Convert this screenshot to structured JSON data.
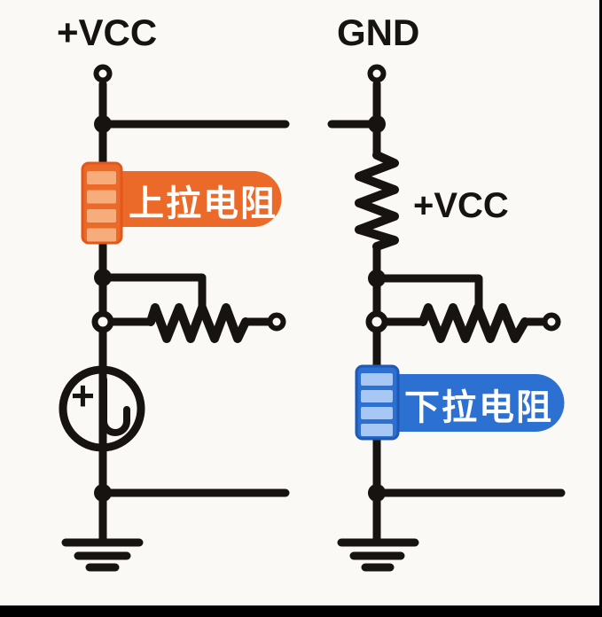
{
  "colors": {
    "background": "#FAF9F5",
    "ink": "#171310",
    "orange": "#EC6A29",
    "orange_light": "#F7AC7C",
    "blue": "#2C70D2",
    "blue_light": "#A7C8F4",
    "badge_text": "#FFFFFF",
    "frame": "#000000"
  },
  "left_circuit": {
    "rail_label": "+VCC",
    "badge_label": "上拉电阻",
    "source_plus": "+"
  },
  "right_circuit": {
    "rail_label": "GND",
    "series_resistor_label": "+VCC",
    "badge_label": "下拉电阻"
  }
}
